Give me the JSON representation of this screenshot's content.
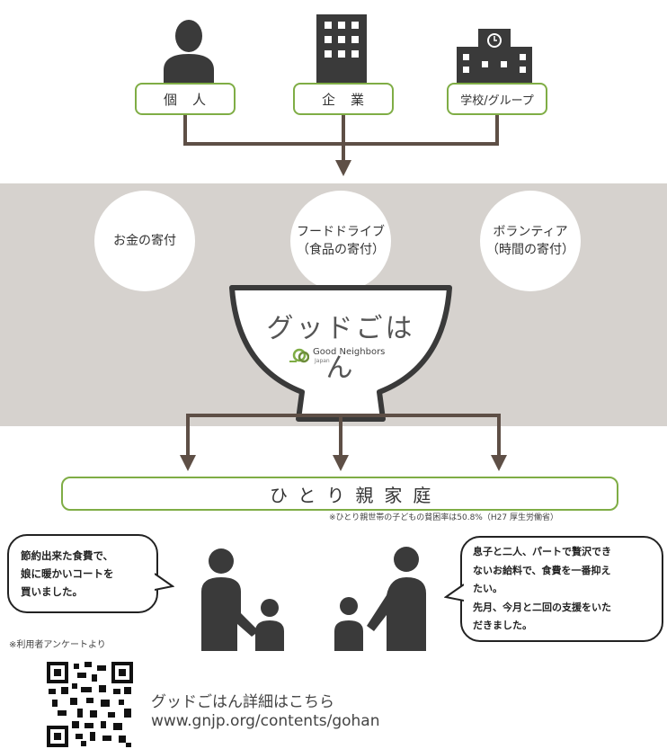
{
  "donors": [
    {
      "label": "個　人",
      "icon": "person-icon"
    },
    {
      "label": "企　業",
      "icon": "office-building-icon"
    },
    {
      "label": "学校/グループ",
      "icon": "school-building-icon"
    }
  ],
  "methods": [
    {
      "line1": "お金の寄付",
      "line2": ""
    },
    {
      "line1": "フードドライブ",
      "line2": "（食品の寄付）"
    },
    {
      "line1": "ボランティア",
      "line2": "（時間の寄付）"
    }
  ],
  "bowl": {
    "title": "グッドごはん",
    "logo_text": "Good Neighbors",
    "logo_subtext": "Japan"
  },
  "family": {
    "title": "ひとり親家庭",
    "note": "※ひとり親世帯の子どもの貧困率は50.8%（H27 厚生労働省）"
  },
  "testimonials": {
    "left": [
      "節約出来た食費で、",
      "娘に暖かいコートを",
      "買いました。"
    ],
    "right": [
      "息子と二人、パートで贅沢でき",
      "ないお給料で、食費を一番抑え",
      "たい。",
      "先月、今月と二回の支援をいた",
      "だきました。"
    ]
  },
  "survey_note": "※利用者アンケートより",
  "footer": {
    "line1": "グッドごはん詳細はこちら",
    "line2": "www.gnjp.org/contents/gohan"
  },
  "colors": {
    "accent_green": "#7fad45",
    "connector_brown": "#5e4f46",
    "band_grey": "#d6d2ce",
    "icon_dark": "#3a3a3a"
  }
}
